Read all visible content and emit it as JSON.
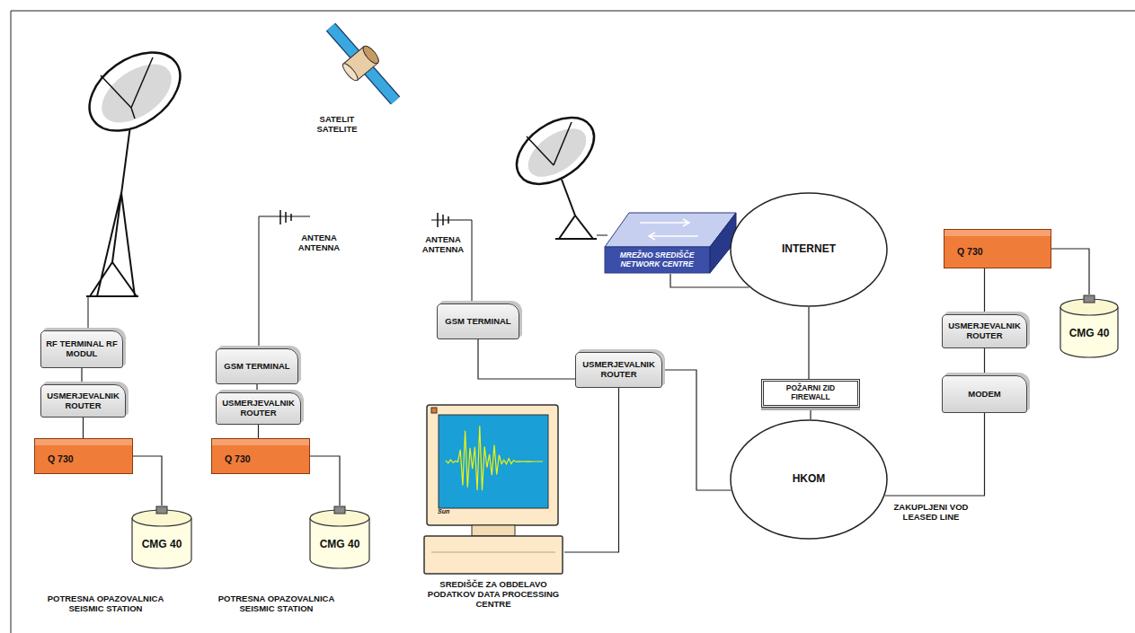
{
  "diagram": {
    "nodes": [
      {
        "text": [
          "RF TERMINAL RF MODUL"
        ]
      },
      {
        "text": [
          "USMERJEVALNIK ROUTER"
        ]
      },
      {
        "text": [
          "Q 730"
        ]
      },
      {
        "text": [
          "CMG 40"
        ]
      },
      {
        "text": [
          "GSM TERMINAL"
        ]
      },
      {
        "text": [
          "USMERJEVALNIK ROUTER"
        ]
      },
      {
        "text": [
          "Q 730"
        ]
      },
      {
        "text": [
          "CMG 40"
        ]
      },
      {
        "text": [
          "GSM TERMINAL"
        ]
      },
      {
        "text": [
          "USMERJEVALNIK ROUTER"
        ]
      },
      {
        "text": [
          "SREDIŠČE ZA OBDELAVO PODATKOV DATA PROCESSING CENTRE"
        ]
      },
      {
        "text": [
          "MREŽNO SREDIŠČE NETWORK CENTRE"
        ]
      },
      {
        "text": [
          "INTERNET"
        ]
      },
      {
        "text": [
          "POŽARNI ZID FIREWALL"
        ]
      },
      {
        "text": [
          "HKOM"
        ]
      },
      {
        "text": [
          "Q 730"
        ]
      },
      {
        "text": [
          "CMG 40"
        ]
      },
      {
        "text": [
          "USMERJEVALNIK ROUTER"
        ]
      },
      {
        "text": [
          "MODEM"
        ]
      }
    ],
    "edges": [
      {
        "from": 0,
        "to": 1,
        "arrow": "none"
      },
      {
        "from": 1,
        "to": 2,
        "arrow": "none"
      },
      {
        "from": 2,
        "to": 3,
        "arrow": "none"
      },
      {
        "from": 4,
        "to": 5,
        "arrow": "none"
      },
      {
        "from": 5,
        "to": 6,
        "arrow": "none"
      },
      {
        "from": 6,
        "to": 7,
        "arrow": "none"
      },
      {
        "from": 8,
        "to": 9,
        "arrow": "none"
      },
      {
        "from": 9,
        "to": 10,
        "arrow": "none"
      },
      {
        "from": 9,
        "to": 14,
        "arrow": "none"
      },
      {
        "from": 11,
        "to": 12,
        "arrow": "none"
      },
      {
        "from": 12,
        "to": 13,
        "arrow": "none"
      },
      {
        "from": 13,
        "to": 14,
        "arrow": "none"
      },
      {
        "from": 14,
        "to": 18,
        "label": "ZAKUPLJENI VOD LEASED LINE",
        "arrow": "none"
      },
      {
        "from": 18,
        "to": 17,
        "arrow": "none"
      },
      {
        "from": 17,
        "to": 15,
        "arrow": "none"
      },
      {
        "from": 15,
        "to": 16,
        "arrow": "none"
      }
    ],
    "labels": [
      "SATELIT SATELITE",
      "ANTENA ANTENNA",
      "ANTENA ANTENNA",
      "POTRESNA OPAZOVALNICA SEISMIC STATION",
      "POTRESNA OPAZOVALNICA SEISMIC STATION",
      "Sun"
    ]
  }
}
